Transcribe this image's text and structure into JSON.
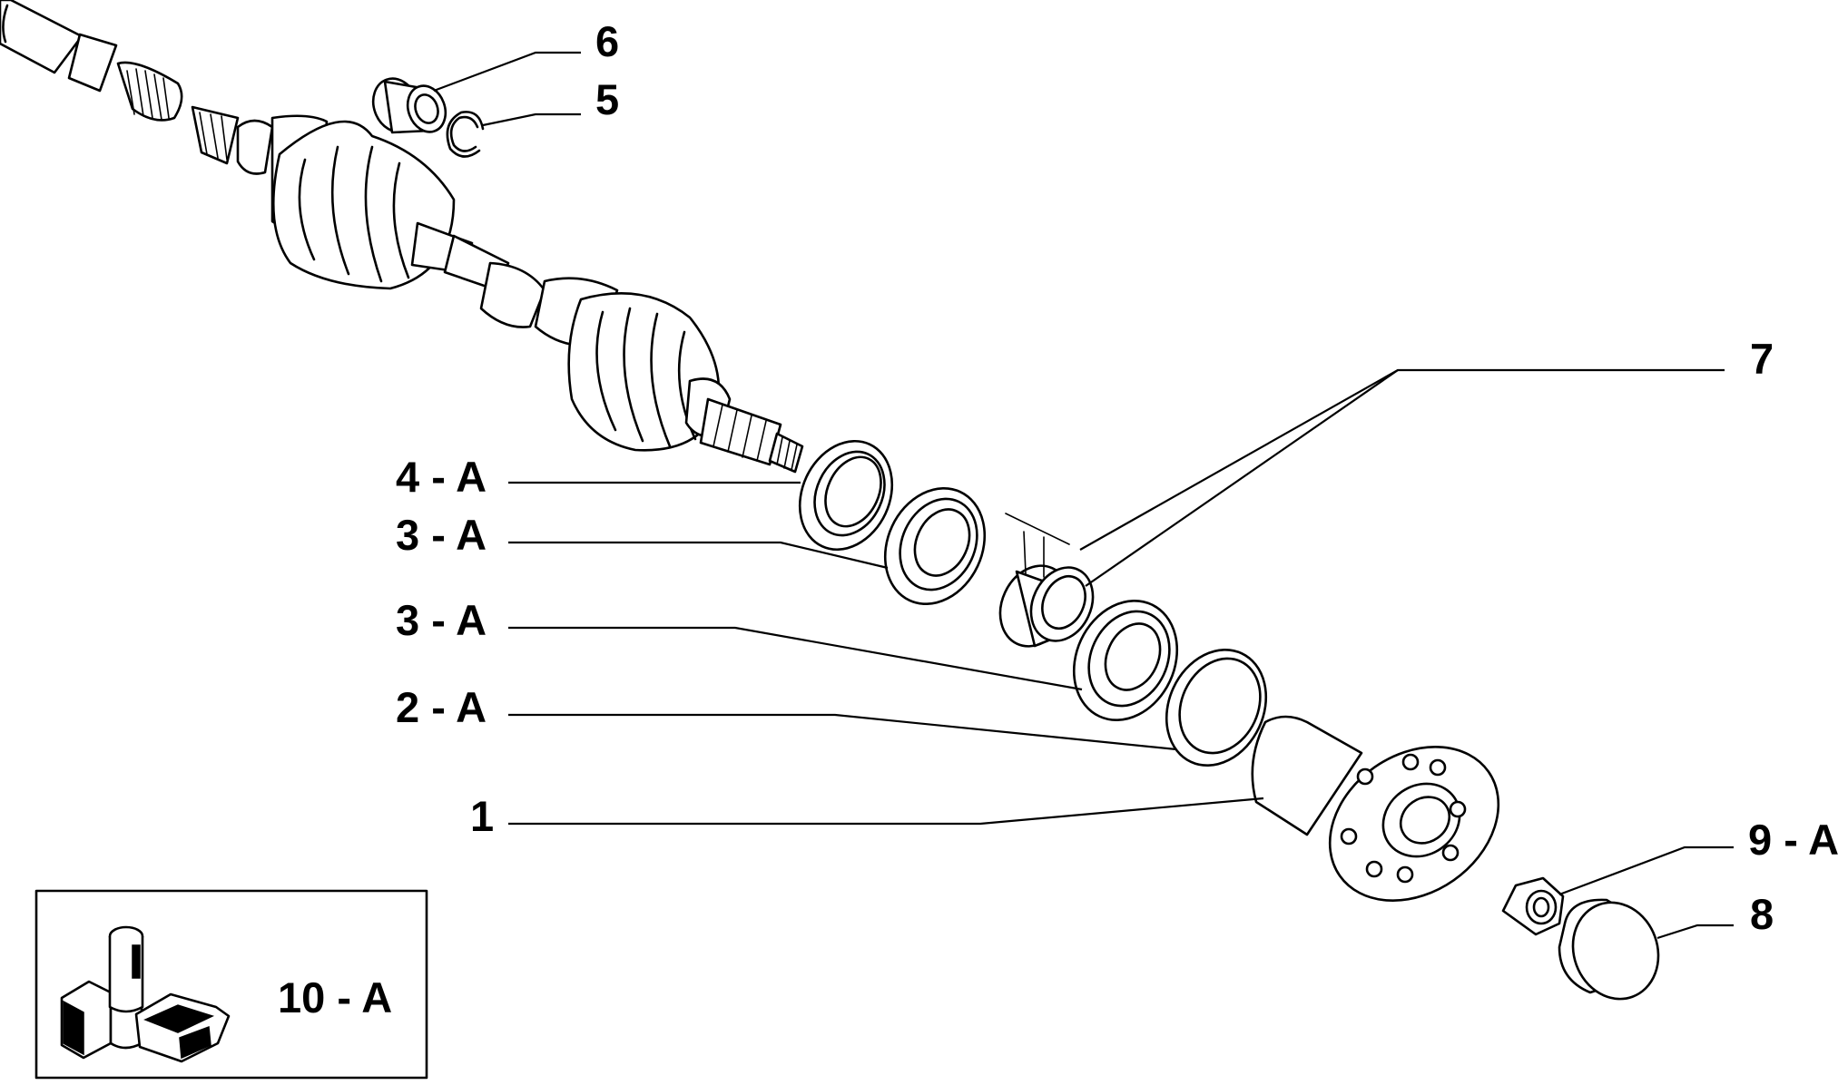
{
  "callouts": [
    {
      "id": "6",
      "text": "6"
    },
    {
      "id": "5",
      "text": "5"
    },
    {
      "id": "7",
      "text": "7"
    },
    {
      "id": "4a",
      "text": "4 - A"
    },
    {
      "id": "3a_upper",
      "text": "3 - A"
    },
    {
      "id": "3a_lower",
      "text": "3 - A"
    },
    {
      "id": "2a",
      "text": "2 - A"
    },
    {
      "id": "1",
      "text": "1"
    },
    {
      "id": "9a",
      "text": "9 - A"
    },
    {
      "id": "8",
      "text": "8"
    }
  ],
  "kit_box": {
    "label": "10 - A",
    "icon": "assembly-kit-icon"
  }
}
